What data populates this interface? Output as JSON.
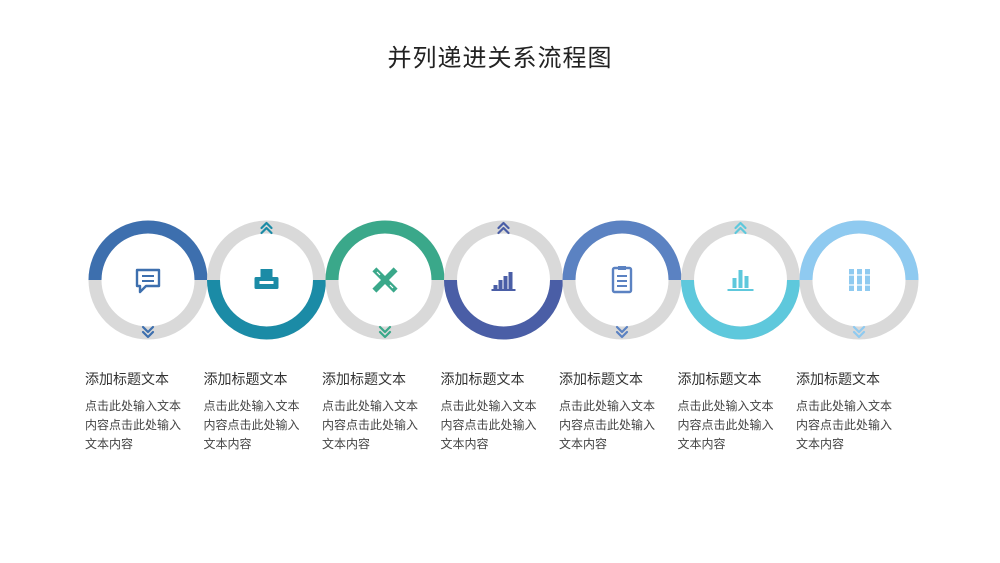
{
  "title": "并列递进关系流程图",
  "steps": [
    {
      "color": "#3d6fae",
      "arc": "top",
      "chevron": "bottom",
      "icon": "chat-icon",
      "heading": "添加标题文本",
      "text": "点击此处输入文本内容点击此处输入文本内容"
    },
    {
      "color": "#1b8ba6",
      "arc": "bottom",
      "chevron": "top",
      "icon": "printer-icon",
      "heading": "添加标题文本",
      "text": "点击此处输入文本内容点击此处输入文本内容"
    },
    {
      "color": "#3aa88a",
      "arc": "top",
      "chevron": "bottom",
      "icon": "ruler-pencil-icon",
      "heading": "添加标题文本",
      "text": "点击此处输入文本内容点击此处输入文本内容"
    },
    {
      "color": "#4a5ea6",
      "arc": "bottom",
      "chevron": "top",
      "icon": "bar-chart-icon",
      "heading": "添加标题文本",
      "text": "点击此处输入文本内容点击此处输入文本内容"
    },
    {
      "color": "#5b82c2",
      "arc": "top",
      "chevron": "bottom",
      "icon": "document-icon",
      "heading": "添加标题文本",
      "text": "点击此处输入文本内容点击此处输入文本内容"
    },
    {
      "color": "#5ec8dc",
      "arc": "bottom",
      "chevron": "top",
      "icon": "column-chart-icon",
      "heading": "添加标题文本",
      "text": "点击此处输入文本内容点击此处输入文本内容"
    },
    {
      "color": "#8fcaf0",
      "arc": "top",
      "chevron": "bottom",
      "icon": "binders-icon",
      "heading": "添加标题文本",
      "text": "点击此处输入文本内容点击此处输入文本内容"
    }
  ],
  "ring_gray": "#d9d9d9"
}
